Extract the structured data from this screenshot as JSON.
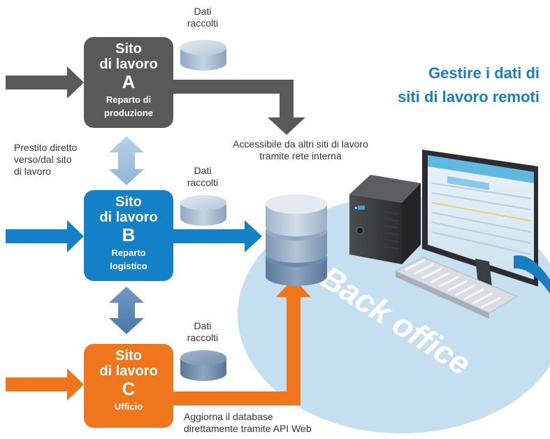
{
  "title": {
    "line1": "Gestire i dati di",
    "line2": "siti di lavoro remoti"
  },
  "sites": [
    {
      "id": "A",
      "line1": "Sito",
      "line2": "di lavoro",
      "letter": "A",
      "dept_line1": "Reparto di",
      "dept_line2": "produzione",
      "color": "#595959"
    },
    {
      "id": "B",
      "line1": "Sito",
      "line2": "di lavoro",
      "letter": "B",
      "dept_line1": "Reparto",
      "dept_line2": "logistico",
      "color": "#1480c8"
    },
    {
      "id": "C",
      "line1": "Sito",
      "line2": "di lavoro",
      "letter": "C",
      "dept_line1": "Ufficio",
      "dept_line2": "",
      "color": "#f0761e"
    }
  ],
  "collected_data_label": {
    "line1": "Dati",
    "line2": "raccolti"
  },
  "loan_label": {
    "line1": "Prestito diretto",
    "line2": "verso/dal sito",
    "line3": "di lavoro"
  },
  "access_label": {
    "line1": "Accessibile da altri siti di lavoro",
    "line2": "tramite rete interna"
  },
  "api_label": {
    "line1": "Aggiorna il database",
    "line2": "direttamente tramite API Web"
  },
  "back_office_label": "Back office",
  "colors": {
    "gray": "#595959",
    "blue": "#1480c8",
    "orange": "#f0761e",
    "title_blue": "#1a7cc2",
    "backoffice_ellipse": "#c5dff0",
    "light_blue_arrow": "#a7c7e2",
    "steel_blue_arrow": "#5b87b8"
  },
  "icons": [
    "database-icon",
    "computer-tower-icon",
    "monitor-icon",
    "keyboard-icon"
  ]
}
